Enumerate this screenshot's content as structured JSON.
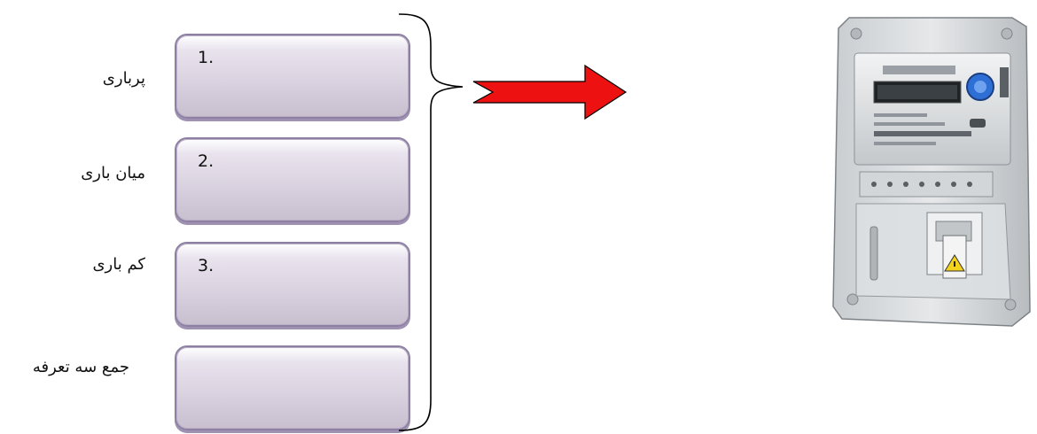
{
  "rows": [
    {
      "label": "پرباری",
      "number": "1."
    },
    {
      "label": "میان باری",
      "number": "2."
    },
    {
      "label": "کم باری",
      "number": "3."
    },
    {
      "label": "جمع سه تعرفه",
      "number": ""
    }
  ],
  "meter": {
    "icon": "electricity-meter-image"
  },
  "colors": {
    "arrow_fill": "#ee1111",
    "arrow_stroke": "#000000",
    "box_border": "#8e80a3",
    "box_fill_bottom": "#c8bfcf"
  }
}
